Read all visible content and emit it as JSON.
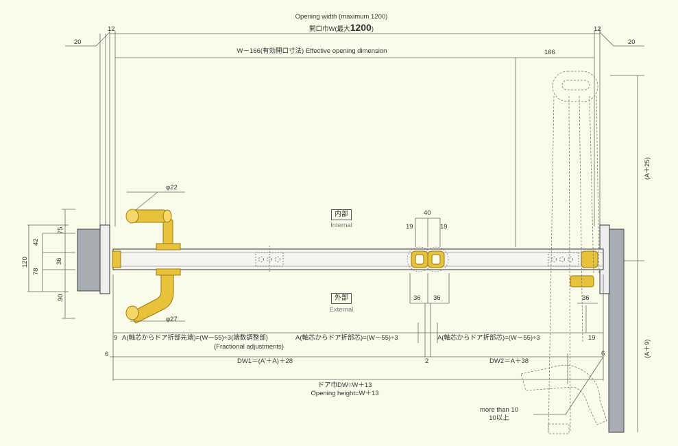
{
  "opening_width": {
    "line1": "Opening width (maximum 1200)",
    "line2_prefix": "開口巾W(最大",
    "line2_value": "1200",
    "line2_suffix": ")"
  },
  "effective_opening": "W－166(有効開口寸法) Effective opening dimension",
  "dims": {
    "d12_left": "12",
    "d12_right": "12",
    "d20_left": "20",
    "d20_right": "20",
    "d166": "166",
    "d40": "40",
    "d19_a": "19",
    "d19_b": "19",
    "d36_a": "36",
    "d36_b": "36",
    "d36_c": "36",
    "d9": "9",
    "d19_right": "19",
    "d6_left": "6",
    "d6_right": "6",
    "d2": "2"
  },
  "left_dims": {
    "d120": "120",
    "d75": "75",
    "d42": "42",
    "d36": "36",
    "d78": "78",
    "d90": "90"
  },
  "right_dims": {
    "a25": "(A＋25)",
    "a9": "(A＋9)"
  },
  "phi22": "φ22",
  "phi27": "φ27",
  "internal": {
    "jp": "内部",
    "en": "Internal"
  },
  "external": {
    "jp": "外部",
    "en": "External"
  },
  "formulas": {
    "a1": "A(軸芯からドア折部先端)=(W－55)÷3(端数調整部)",
    "a1_en": "(Fractional adjustments)",
    "a2": "A(軸芯からドア折部芯)=(W－55)÷3",
    "a3": "A(軸芯からドア折部芯)=(W－55)÷3",
    "dw1": "DW1＝(A'＋A)＋28",
    "dw2": "DW2＝A＋38",
    "door_width": "ドア巾DW=W＋13",
    "opening_height": "Opening height=W＋13",
    "more_than": "more than 10",
    "more_than_jp": "10以上"
  },
  "colors": {
    "background": "#fbfbe9",
    "line": "#555555",
    "brass": "#e8c23a",
    "wall": "#a9acb5"
  }
}
